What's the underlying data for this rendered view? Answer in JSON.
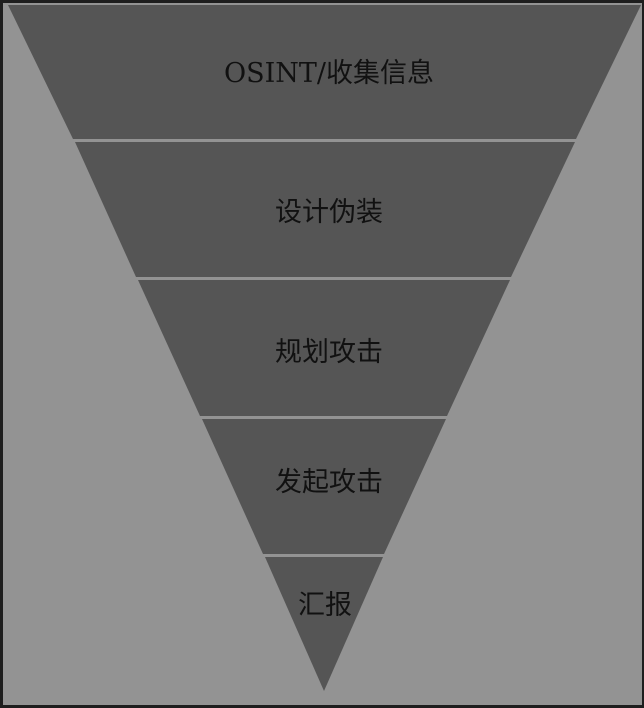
{
  "funnel": {
    "stages": [
      {
        "label": "OSINT/收集信息"
      },
      {
        "label": "设计伪装"
      },
      {
        "label": "规划攻击"
      },
      {
        "label": "发起攻击"
      },
      {
        "label": "汇报"
      }
    ]
  },
  "colors": {
    "frame": "#1e1e1e",
    "background": "#939393",
    "stage_fill": "#555555",
    "stage_separator": "#8f8f8f",
    "text": "#111111"
  }
}
